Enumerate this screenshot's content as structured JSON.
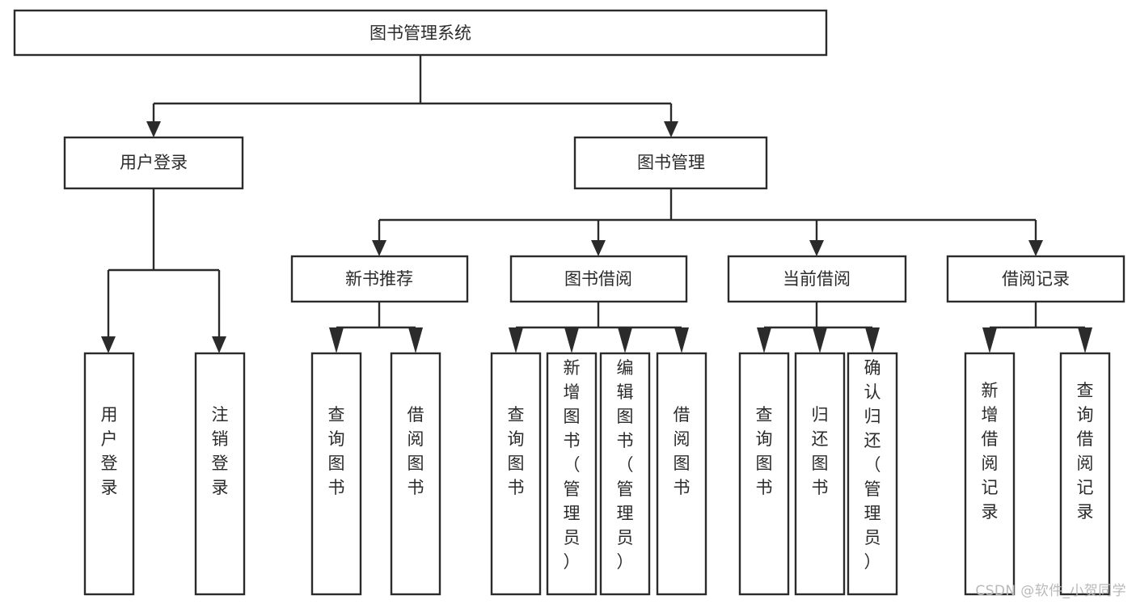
{
  "diagram": {
    "type": "tree",
    "title": "图书管理系统",
    "watermark": "CSDN @软件_小贺同学",
    "colors": {
      "box_stroke": "#2b2b2b",
      "box_fill": "#ffffff",
      "text": "#2b2b2b",
      "background": "#ffffff",
      "watermark": "#b9b9b9"
    },
    "levels": {
      "root": "图书管理系统",
      "level2": [
        "用户登录",
        "图书管理"
      ],
      "level3": [
        "新书推荐",
        "图书借阅",
        "当前借阅",
        "借阅记录"
      ]
    },
    "nodes": {
      "root": {
        "label": "图书管理系统",
        "orientation": "horizontal"
      },
      "user_login": {
        "label": "用户登录",
        "orientation": "horizontal"
      },
      "book_manage": {
        "label": "图书管理",
        "orientation": "horizontal"
      },
      "new_book_rec": {
        "label": "新书推荐",
        "orientation": "horizontal"
      },
      "book_borrow": {
        "label": "图书借阅",
        "orientation": "horizontal"
      },
      "current_borrow": {
        "label": "当前借阅",
        "orientation": "horizontal"
      },
      "borrow_record": {
        "label": "借阅记录",
        "orientation": "horizontal"
      },
      "leaf_user_login": {
        "label": "用户登录",
        "orientation": "vertical"
      },
      "leaf_logout": {
        "label": "注销登录",
        "orientation": "vertical"
      },
      "leaf_query_book_1": {
        "label": "查询图书",
        "orientation": "vertical"
      },
      "leaf_borrow_book_1": {
        "label": "借阅图书",
        "orientation": "vertical"
      },
      "leaf_query_book_2": {
        "label": "查询图书",
        "orientation": "vertical"
      },
      "leaf_add_book": {
        "label": "新增图书（管理员）",
        "orientation": "vertical"
      },
      "leaf_edit_book": {
        "label": "编辑图书（管理员）",
        "orientation": "vertical"
      },
      "leaf_borrow_book_2": {
        "label": "借阅图书",
        "orientation": "vertical"
      },
      "leaf_query_book_3": {
        "label": "查询图书",
        "orientation": "vertical"
      },
      "leaf_return_book": {
        "label": "归还图书",
        "orientation": "vertical"
      },
      "leaf_confirm_return": {
        "label": "确认归还（管理员）",
        "orientation": "vertical"
      },
      "leaf_add_record": {
        "label": "新增借阅记录",
        "orientation": "vertical"
      },
      "leaf_query_record": {
        "label": "查询借阅记录",
        "orientation": "vertical"
      }
    },
    "edges": [
      {
        "from": "图书管理系统",
        "to": "用户登录"
      },
      {
        "from": "图书管理系统",
        "to": "图书管理"
      },
      {
        "from": "用户登录",
        "to": "用户登录"
      },
      {
        "from": "用户登录",
        "to": "注销登录"
      },
      {
        "from": "图书管理",
        "to": "新书推荐"
      },
      {
        "from": "图书管理",
        "to": "图书借阅"
      },
      {
        "from": "图书管理",
        "to": "当前借阅"
      },
      {
        "from": "图书管理",
        "to": "借阅记录"
      },
      {
        "from": "新书推荐",
        "to": "查询图书"
      },
      {
        "from": "新书推荐",
        "to": "借阅图书"
      },
      {
        "from": "图书借阅",
        "to": "查询图书"
      },
      {
        "from": "图书借阅",
        "to": "新增图书（管理员）"
      },
      {
        "from": "图书借阅",
        "to": "编辑图书（管理员）"
      },
      {
        "from": "图书借阅",
        "to": "借阅图书"
      },
      {
        "from": "当前借阅",
        "to": "查询图书"
      },
      {
        "from": "当前借阅",
        "to": "归还图书"
      },
      {
        "from": "当前借阅",
        "to": "确认归还（管理员）"
      },
      {
        "from": "借阅记录",
        "to": "新增借阅记录"
      },
      {
        "from": "借阅记录",
        "to": "查询借阅记录"
      }
    ]
  }
}
